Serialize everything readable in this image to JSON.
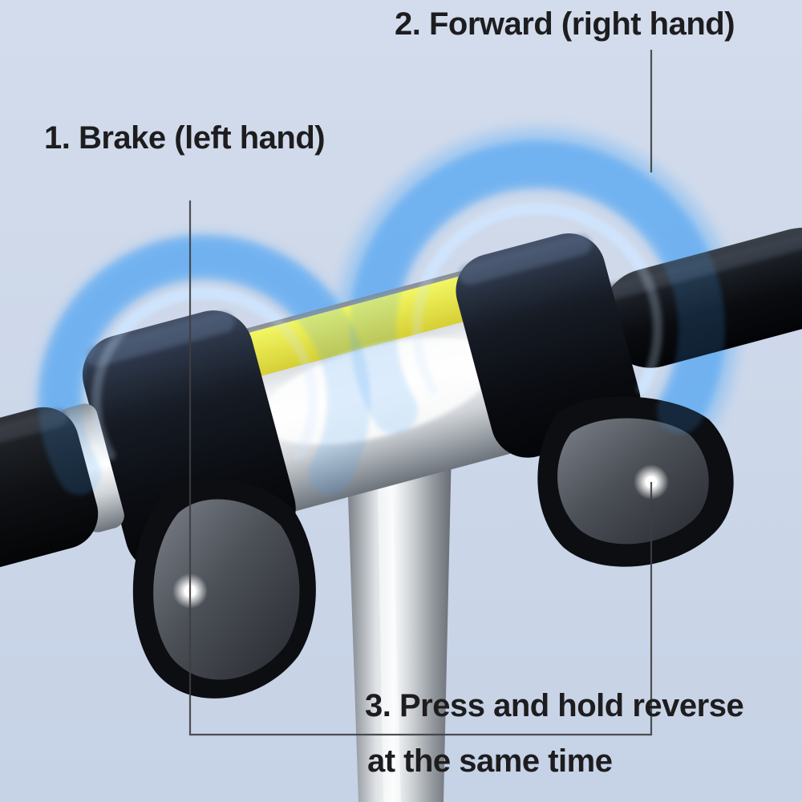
{
  "diagram": {
    "annotations": {
      "step1": "1. Brake (left hand)",
      "step2": "2. Forward (right hand)",
      "step3_line1": "3. Press and hold reverse",
      "step3_line2": "at the same time"
    },
    "colors": {
      "background_top": "#d3dcec",
      "background_bottom": "#c6d2e5",
      "annotation_text": "#1d1d1f",
      "callout_line": "#3e3e41",
      "glow_blue": "#44a0f4",
      "glow_blue_bright": "#cfe6ff",
      "accent_yellow": "#e9ee4a",
      "chrome_highlight": "#ffffff",
      "handlebar_black": "#0b0d11",
      "indicator_dot": "#ffffff"
    }
  }
}
